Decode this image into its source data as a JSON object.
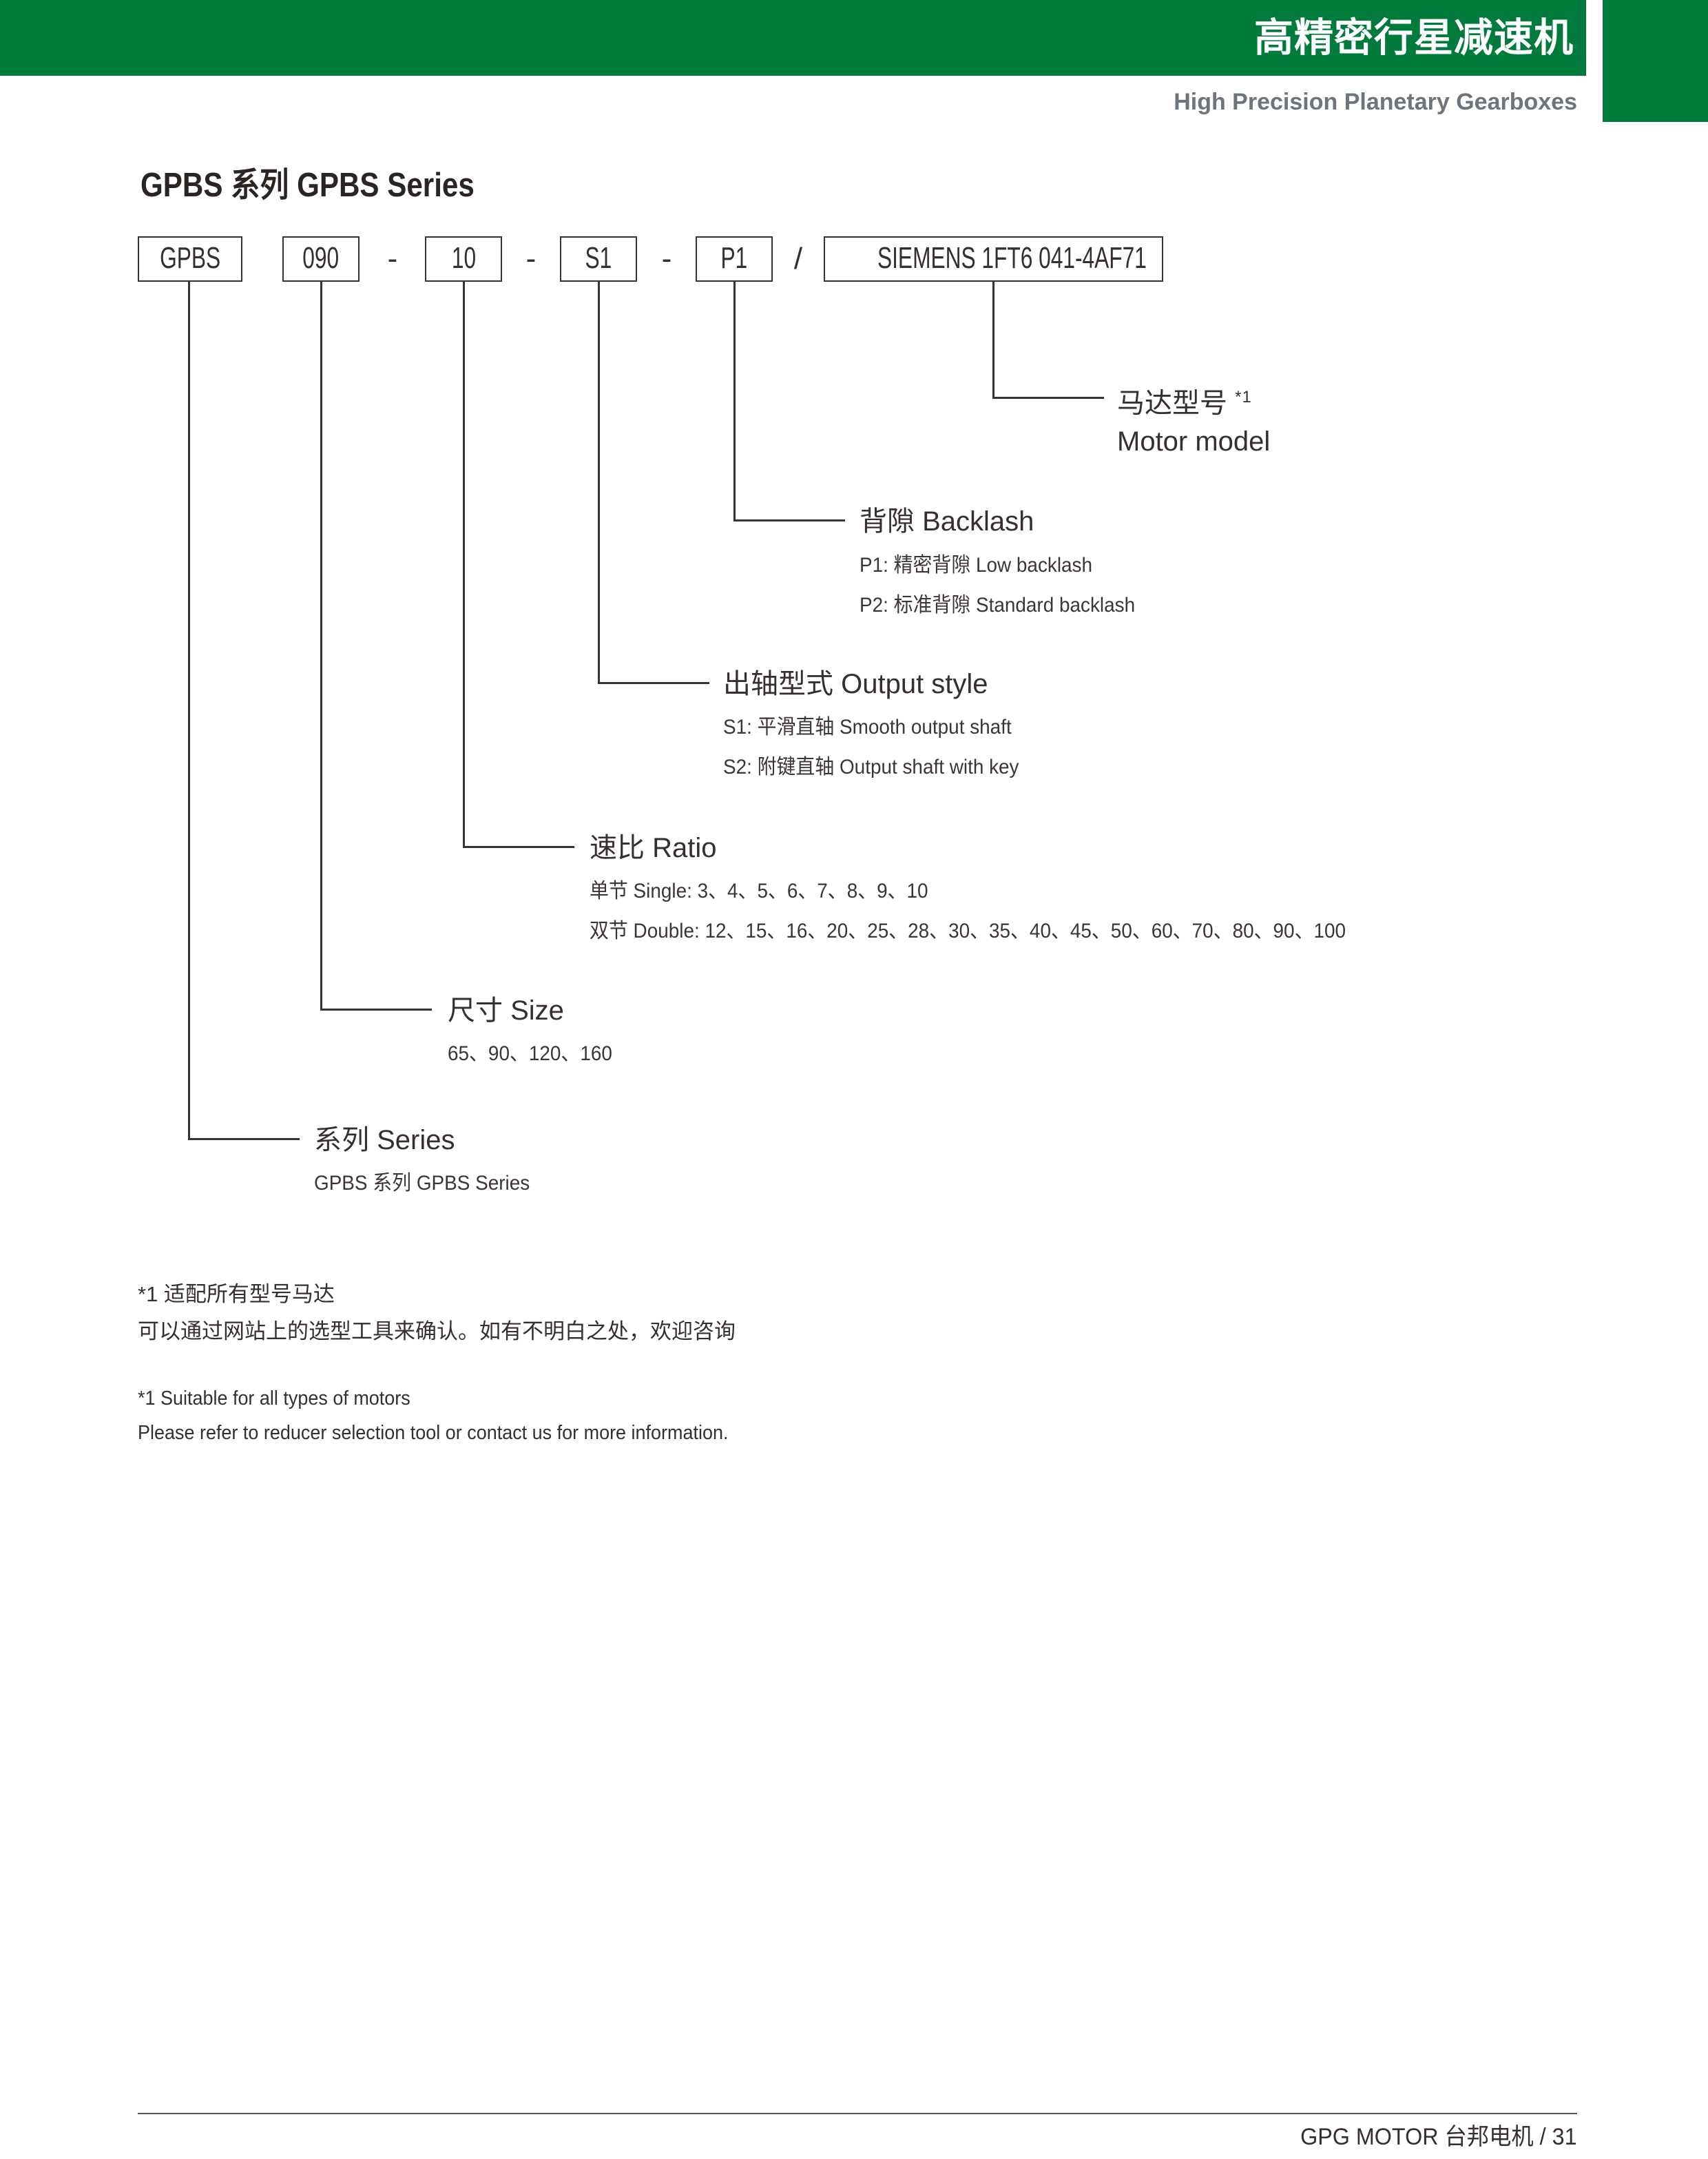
{
  "header": {
    "title_cn": "高精密行星减速机",
    "subtitle_en": "High Precision Planetary Gearboxes"
  },
  "page_title": "GPBS 系列 GPBS Series",
  "model_code": {
    "segments": [
      "GPBS",
      "090",
      "10",
      "S1",
      "P1",
      "SIEMENS 1FT6 041-4AF71"
    ],
    "separators": [
      "-",
      "-",
      "-",
      "/"
    ]
  },
  "callouts": [
    {
      "id": "motor-model",
      "heading": "马达型号",
      "heading_sup": "*1",
      "heading_en": "Motor model",
      "lines": []
    },
    {
      "id": "backlash",
      "heading": "背隙 Backlash",
      "lines": [
        "P1: 精密背隙 Low backlash",
        "P2: 标准背隙 Standard backlash"
      ]
    },
    {
      "id": "output-style",
      "heading": "出轴型式 Output style",
      "lines": [
        "S1: 平滑直轴 Smooth output shaft",
        "S2: 附键直轴 Output shaft with key"
      ]
    },
    {
      "id": "ratio",
      "heading": "速比 Ratio",
      "lines": [
        "单节 Single: 3、4、5、6、7、8、9、10",
        "双节 Double: 12、15、16、20、25、28、30、35、40、45、50、60、70、80、90、100"
      ]
    },
    {
      "id": "size",
      "heading": "尺寸 Size",
      "lines": [
        "65、90、120、160"
      ]
    },
    {
      "id": "series",
      "heading": "系列 Series",
      "lines": [
        "GPBS 系列 GPBS Series"
      ]
    }
  ],
  "footnotes": {
    "lines": [
      "*1 适配所有型号马达",
      "可以通过网站上的选型工具来确认。如有不明白之处，欢迎咨询",
      "*1 Suitable for all types of motors",
      "Please refer to reducer selection tool or contact us for more information."
    ]
  },
  "footer": {
    "text": "GPG MOTOR 台邦电机  /  31"
  },
  "colors": {
    "brand_green": "#007B3C",
    "text_dark": "#362F2D",
    "subtitle_gray": "#6E747B"
  }
}
